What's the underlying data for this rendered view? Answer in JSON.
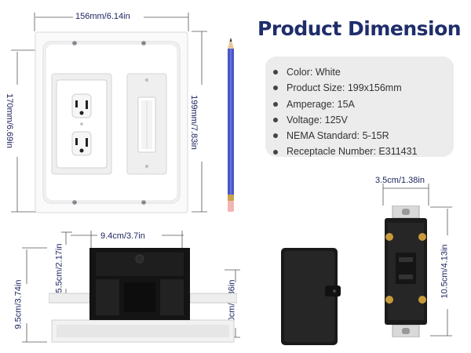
{
  "title": "Product Dimension",
  "specs": [
    {
      "label": "Color: White"
    },
    {
      "label": "Product Size: 199x156mm"
    },
    {
      "label": "Amperage: 15A"
    },
    {
      "label": "Voltage: 125V"
    },
    {
      "label": "NEMA Standard: 5-15R"
    },
    {
      "label": "Receptacle Number: E311431"
    }
  ],
  "dimensions": {
    "front_width": "156mm/6.14in",
    "front_inner_height": "170mm/6.69in",
    "front_height": "199mm/7.83in",
    "side_width": "9.4cm/3.7in",
    "side_box_depth": "5.5cm/2.17in",
    "side_total_height": "9.5cm/3.74in",
    "side_box_height": "6.0cm/2.36in",
    "receptacle_width": "3.5cm/1.38in",
    "receptacle_height": "10.5cm/4.13in"
  },
  "colors": {
    "title": "#1f2d6b",
    "dimension_text": "#1e2460",
    "spec_card_bg": "#ececec",
    "plate": "#ffffff",
    "pencil": "#4b55c8"
  }
}
